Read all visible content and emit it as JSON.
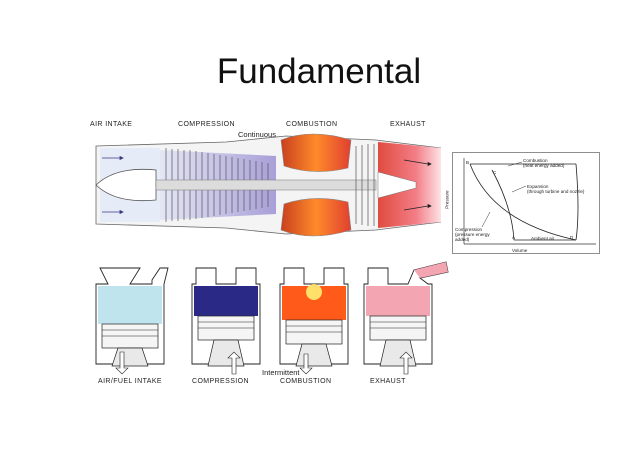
{
  "slide": {
    "title": "Fundamental"
  },
  "turbine": {
    "stages": [
      "AIR INTAKE",
      "COMPRESSION",
      "COMBUSTION",
      "EXHAUST"
    ],
    "note": "Continuous"
  },
  "pv_diagram": {
    "y_axis": "Pressure",
    "x_axis": "Volume",
    "points": [
      "B",
      "C",
      "A",
      "D"
    ],
    "annotations": {
      "combustion": [
        "Combustion",
        "(heat energy added)"
      ],
      "expansion": [
        "Expansion",
        "(through turbine and nozzle)"
      ],
      "compression": [
        "Compression",
        "(pressure energy",
        "added)"
      ],
      "ambient": "Ambient air"
    }
  },
  "piston": {
    "stages": [
      "AIR/FUEL INTAKE",
      "COMPRESSION",
      "COMBUSTION",
      "EXHAUST"
    ],
    "note": "Intermittent",
    "colors": [
      "#bfe4ee",
      "#2a2a86",
      "#ff5a1a",
      "#f3a6b2"
    ]
  },
  "colors": {
    "combustion": "#e8502a",
    "exhaust": "#f07a80",
    "compressor_flow": "#8a8ad6"
  }
}
